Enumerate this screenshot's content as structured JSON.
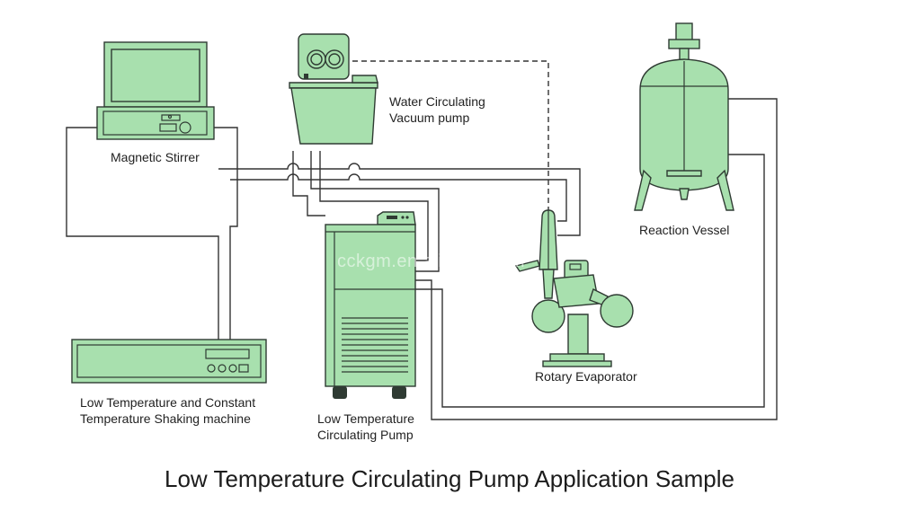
{
  "title": "Low Temperature Circulating Pump Application Sample",
  "watermark": "cckgm.en.alibaba.com",
  "labels": {
    "magnetic_stirrer": "Magnetic Stirrer",
    "water_pump_line1": "Water Circulating",
    "water_pump_line2": "Vacuum pump",
    "reaction_vessel": "Reaction Vessel",
    "rotary_evaporator": "Rotary Evaporator",
    "shaker_line1": "Low Temperature and Constant",
    "shaker_line2": "Temperature Shaking machine",
    "circ_pump_line1": "Low Temperature",
    "circ_pump_line2": "Circulating Pump"
  },
  "colors": {
    "equipment_fill": "#a8e0ae",
    "equipment_outline": "#2f3b33",
    "pipe": "#333333"
  }
}
